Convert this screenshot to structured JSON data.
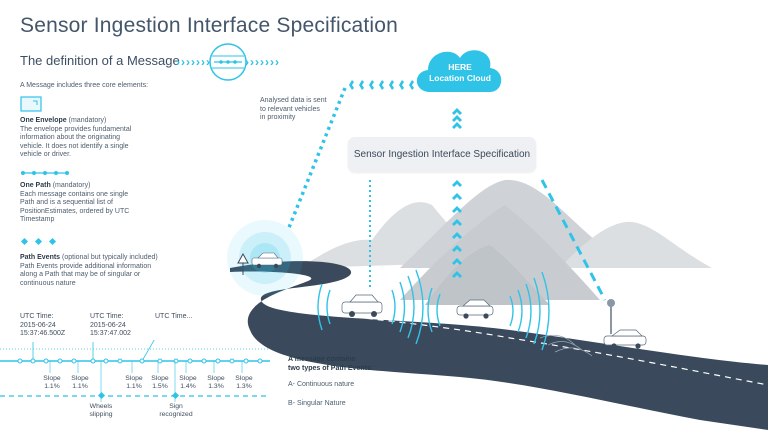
{
  "title": "Sensor Ingestion Interface Specification",
  "subtitle": "The definition of a Message",
  "intro": "A Message includes three core elements:",
  "envelope": {
    "name": "One Envelope",
    "qualifier": "(mandatory)",
    "desc": [
      "The envelope provides fundamental",
      "information about the originating",
      "vehicle. It does not identify a single",
      "vehicle or driver."
    ]
  },
  "path": {
    "name": "One Path",
    "qualifier": "(mandatory)",
    "desc": [
      "Each message contains one single",
      "Path and is a sequential list of",
      "PositionEstimates, ordered by UTC",
      "Timestamp"
    ]
  },
  "events": {
    "name": "Path Events",
    "qualifier": "(optional but typically included)",
    "desc": [
      "Path Events provide additional information",
      "along a Path that may be of singular or",
      "continuous nature"
    ]
  },
  "cloud": {
    "line1": "HERE",
    "line2": "Location Cloud"
  },
  "analysed_note": [
    "Analysed data is sent",
    "to relevant vehicles",
    "in proximity"
  ],
  "sis_label": "Sensor Ingestion Interface Specification",
  "chevrons": "›››››››",
  "timeline": {
    "times": [
      {
        "label": "UTC Time:",
        "date": "2015-06-24",
        "clock": "15:37:46.500Z"
      },
      {
        "label": "UTC Time:",
        "date": "2015-06-24",
        "clock": "15:37:47.002"
      },
      {
        "label": "UTC Time...",
        "date": "",
        "clock": ""
      }
    ],
    "slopes": [
      {
        "label": "Slope",
        "value": "1.1%"
      },
      {
        "label": "Slope",
        "value": "1.1%"
      },
      {
        "label": "Slope",
        "value": "1.1%"
      },
      {
        "label": "Slope",
        "value": "1.5%"
      },
      {
        "label": "Slope",
        "value": "1.4%"
      },
      {
        "label": "Slope",
        "value": "1.3%"
      },
      {
        "label": "Slope",
        "value": "1.3%"
      }
    ],
    "wheels": [
      "Wheels",
      "slipping"
    ],
    "sign": [
      "Sign",
      "recognized"
    ]
  },
  "event_types": {
    "heading": [
      "A message contains",
      "two types of Path Events:"
    ],
    "a": "A- Continuous nature",
    "b": "B- Singular Nature"
  },
  "colors": {
    "accent": "#2fc3e8",
    "road": "#3a4a5c",
    "mountain": "#d8dbde",
    "text": "#44566a"
  }
}
